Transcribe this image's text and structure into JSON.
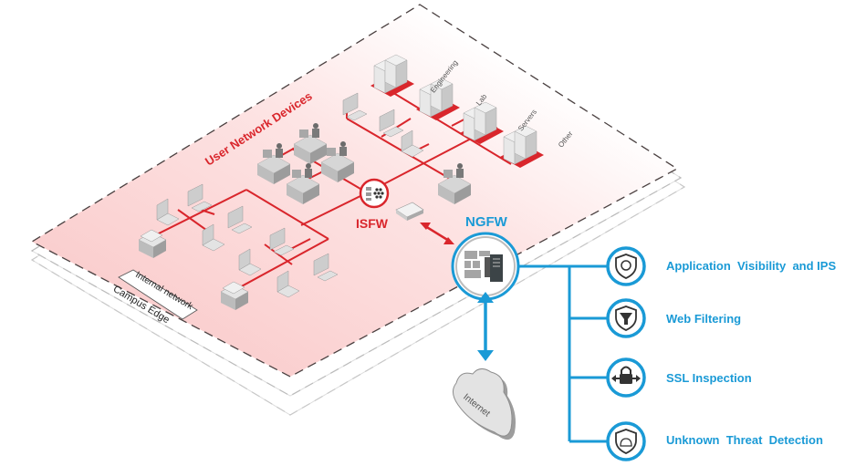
{
  "diagram": {
    "zones": {
      "user_network_devices": "User Network Devices",
      "internal_network": "Internal network",
      "campus_edge": "Campus Edge"
    },
    "server_groups": [
      "Engineering",
      "Lab",
      "Servers",
      "Other"
    ],
    "isfw_label": "ISFW",
    "ngfw_label": "NGFW",
    "internet_label": "Internet",
    "features": [
      {
        "label": "Application  Visibility  and IPS",
        "icon": "shield-gear-icon"
      },
      {
        "label": "Web Filtering",
        "icon": "shield-funnel-icon"
      },
      {
        "label": "SSL Inspection",
        "icon": "ssl-lock-icon"
      },
      {
        "label": "Unknown  Threat  Detection",
        "icon": "shield-bomb-icon"
      }
    ],
    "colors": {
      "accent_blue": "#1a9ad6",
      "accent_red": "#d9262c",
      "zone_fill": "#fbd3d3"
    }
  }
}
